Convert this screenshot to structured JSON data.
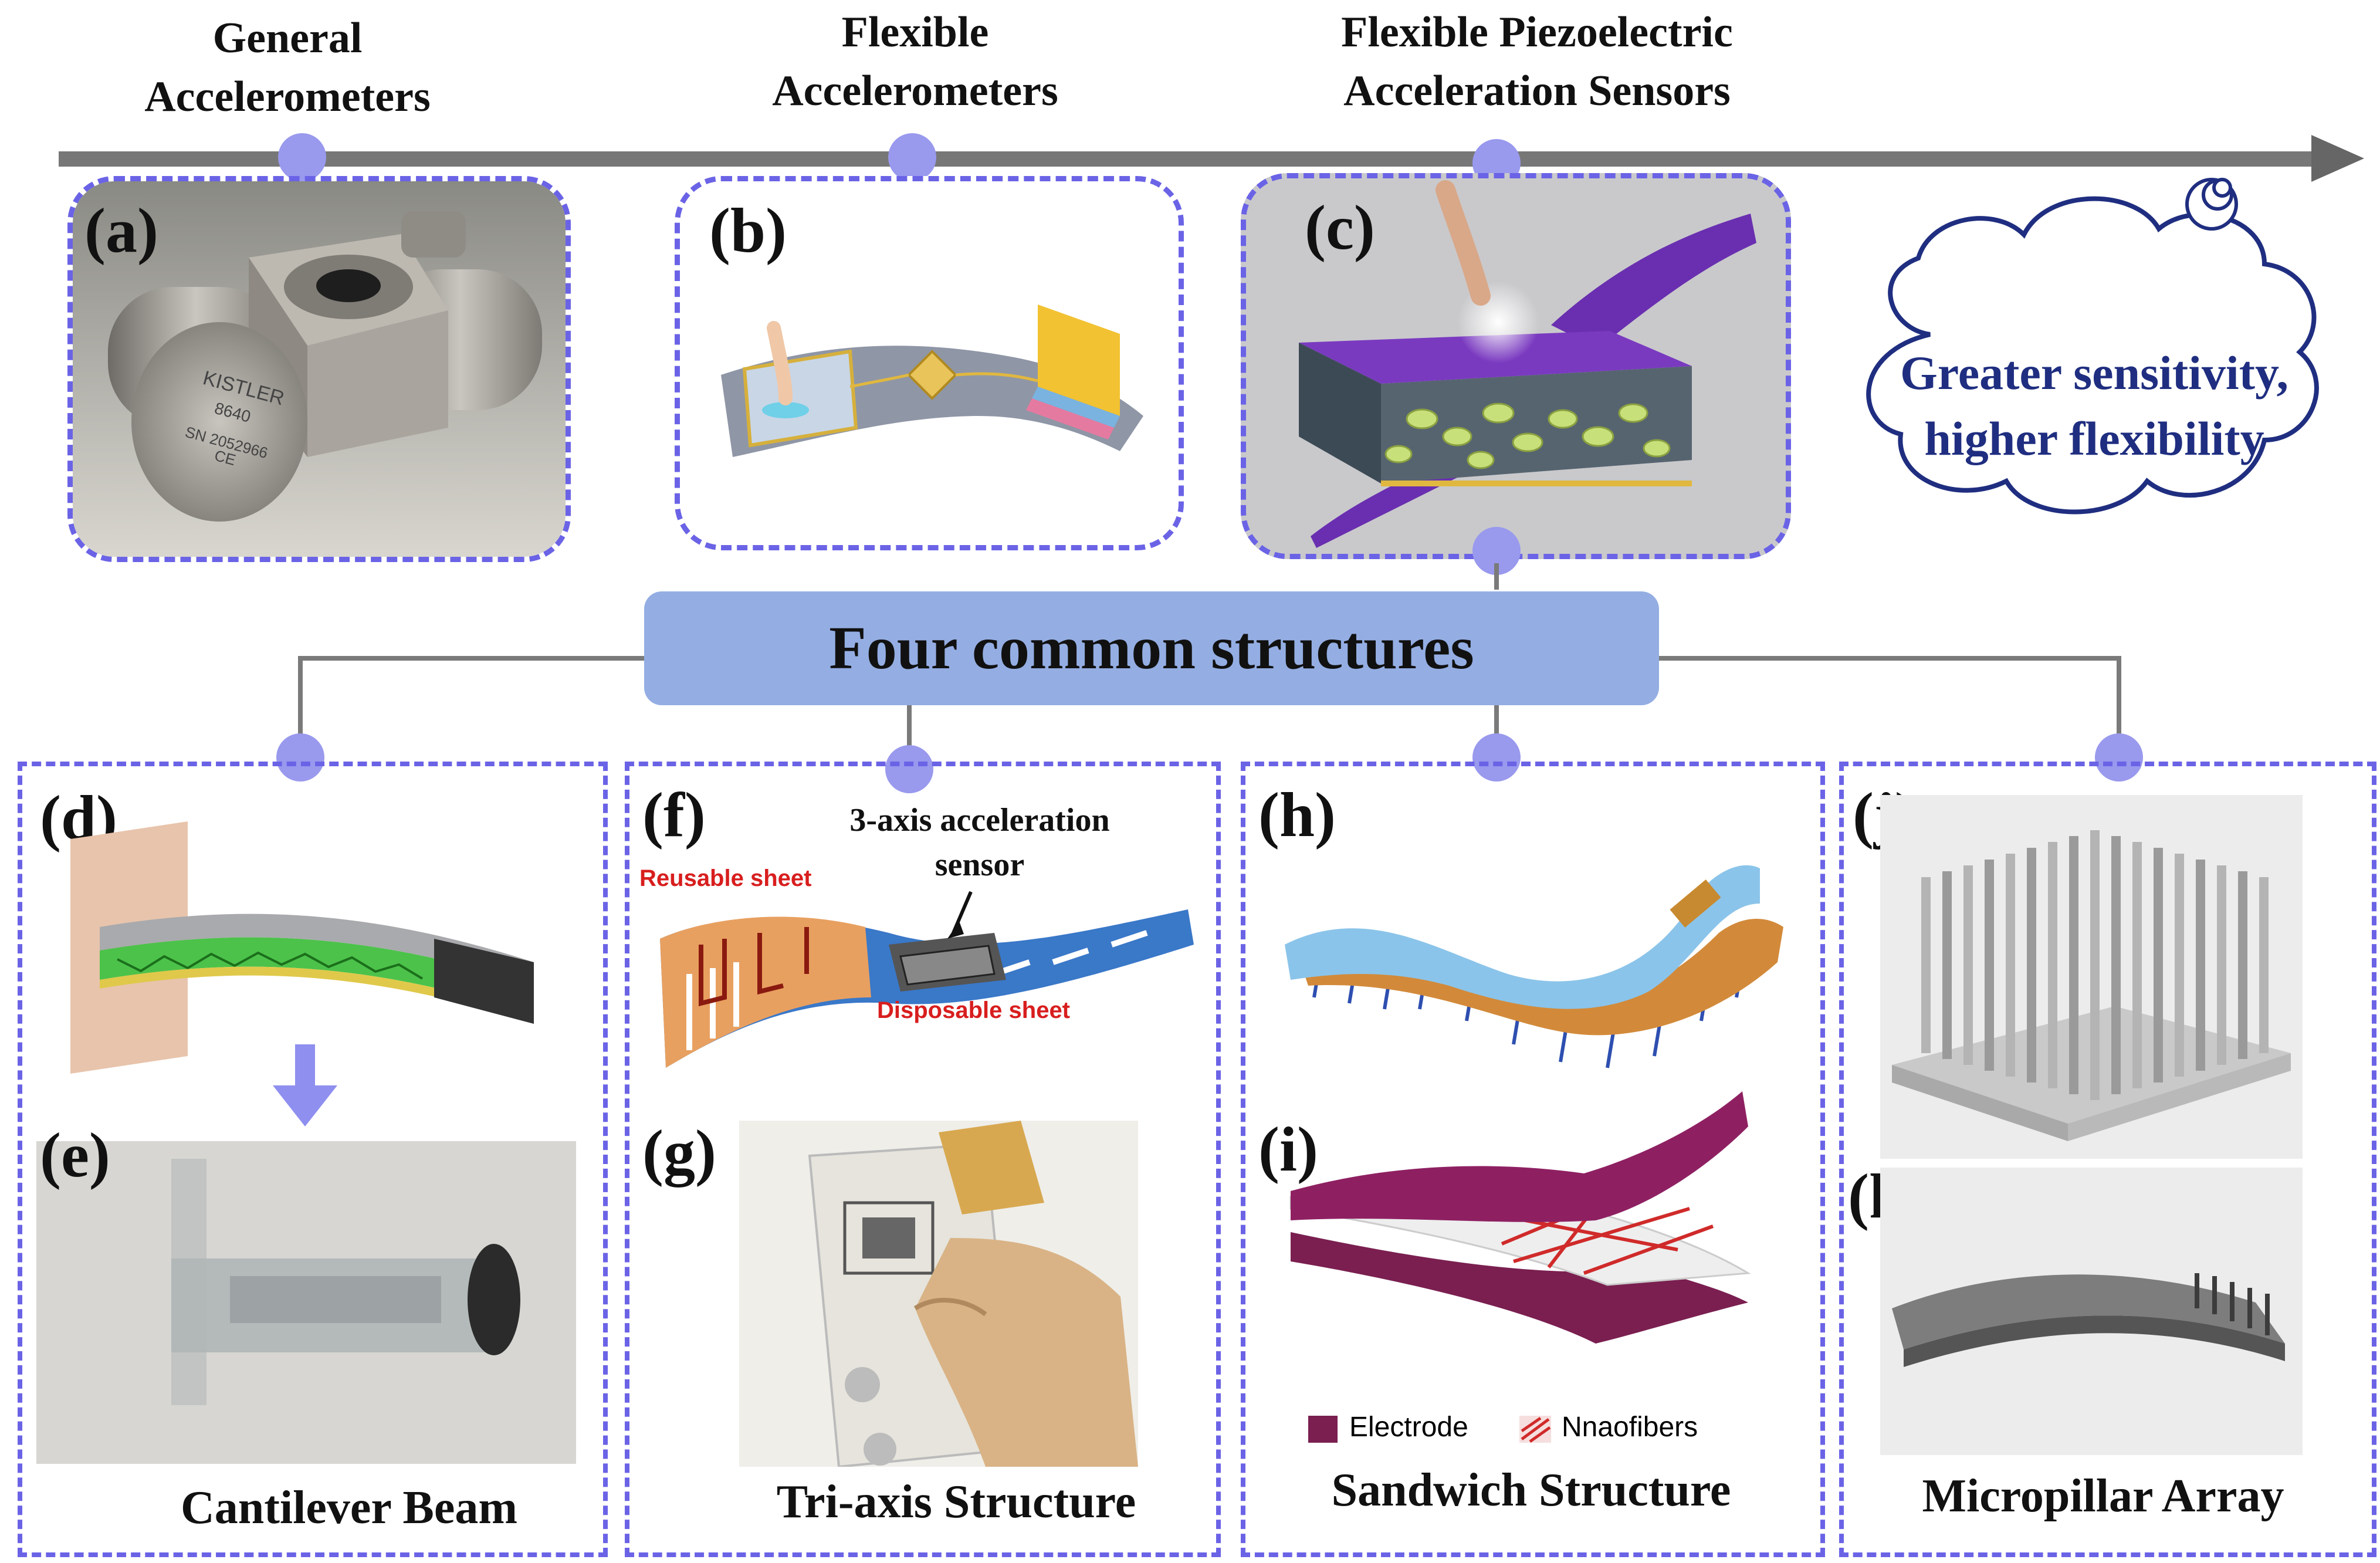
{
  "timeline": {
    "stages": [
      {
        "title_line1": "General",
        "title_line2": "Accelerometers"
      },
      {
        "title_line1": "Flexible",
        "title_line2": "Accelerometers"
      },
      {
        "title_line1": "Flexible Piezoelectric",
        "title_line2": "Acceleration Sensors"
      }
    ]
  },
  "cloud": {
    "line1": "Greater sensitivity,",
    "line2": "higher flexibility"
  },
  "hub": {
    "title": "Four common structures"
  },
  "panels": {
    "a": "(a)",
    "b": "(b)",
    "c": "(c)",
    "d": "(d)",
    "e": "(e)",
    "f": "(f)",
    "g": "(g)",
    "h": "(h)",
    "i": "(i)",
    "j": "(j)",
    "k": "(k)"
  },
  "photo_a": {
    "brand": "KISTLER",
    "model": "8640",
    "serial": "SN 2052966",
    "mark": "CE"
  },
  "panel_f": {
    "sensor_line1": "3-axis acceleration",
    "sensor_line2": "sensor",
    "reusable": "Reusable sheet",
    "disposable": "Disposable sheet"
  },
  "panel_i": {
    "legend_electrode": "Electrode",
    "legend_nanofibers": "Nnaofibers"
  },
  "captions": {
    "cantilever": "Cantilever Beam",
    "triaxis": "Tri-axis Structure",
    "sandwich": "Sandwich Structure",
    "micropillar": "Micropillar Array"
  },
  "colors": {
    "accent": "#6b63e6",
    "dot": "#9999ee",
    "hub_fill": "#94aee3",
    "connector": "#7a7a7a",
    "cloud_text": "#1f2e80"
  }
}
